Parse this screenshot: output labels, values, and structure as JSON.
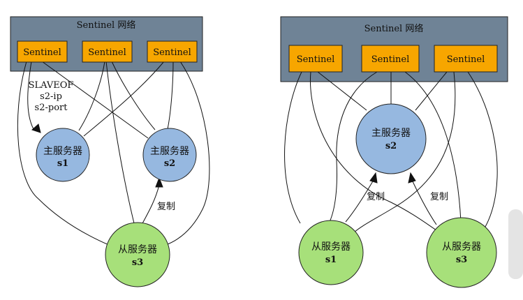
{
  "left": {
    "cluster_title": "Sentinel 网络",
    "sentinels": [
      "Sentinel",
      "Sentinel",
      "Sentinel"
    ],
    "master1": {
      "title": "主服务器",
      "id": "s1"
    },
    "master2": {
      "title": "主服务器",
      "id": "s2"
    },
    "slave": {
      "title": "从服务器",
      "id": "s3"
    },
    "slaveof_label": [
      "SLAVEOF",
      "s2-ip",
      "s2-port"
    ],
    "replication_label": "复制"
  },
  "right": {
    "cluster_title": "Sentinel 网络",
    "sentinels": [
      "Sentinel",
      "Sentinel",
      "Sentinel"
    ],
    "master": {
      "title": "主服务器",
      "id": "s2"
    },
    "slave1": {
      "title": "从服务器",
      "id": "s1"
    },
    "slave2": {
      "title": "从服务器",
      "id": "s3"
    },
    "replication_label_left": "复制",
    "replication_label_right": "复制"
  },
  "colors": {
    "cluster": "#6f8396",
    "sentinel": "#f7a600",
    "master": "#96b8e0",
    "slave": "#a7e07a"
  }
}
